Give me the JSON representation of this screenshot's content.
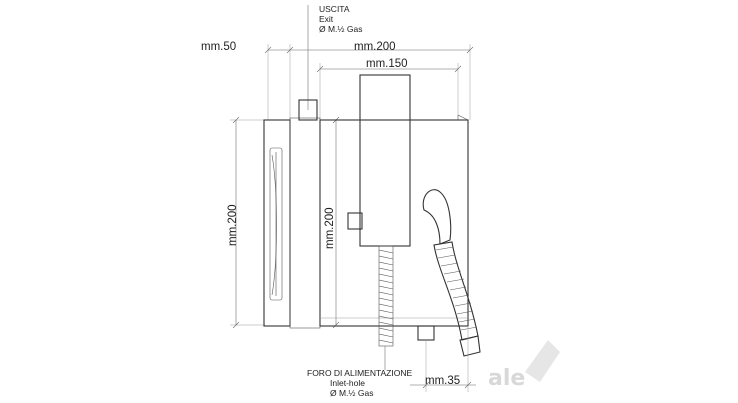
{
  "notes": {
    "outlet": {
      "line1": "USCITA",
      "line2": "Exit",
      "line3": "Ø M.½ Gas"
    },
    "inlet": {
      "line1": "FORO DI ALIMENTAZIONE",
      "line2": "Inlet-hole",
      "line3": "Ø M.½ Gas"
    }
  },
  "dimensions": {
    "depth_left": "mm.50",
    "depth_total": "mm.200",
    "width_box": "mm.150",
    "height_outer": "mm.200",
    "height_inner": "mm.200",
    "inlet_offset": "mm.35"
  },
  "watermark": {
    "text": "ale"
  }
}
